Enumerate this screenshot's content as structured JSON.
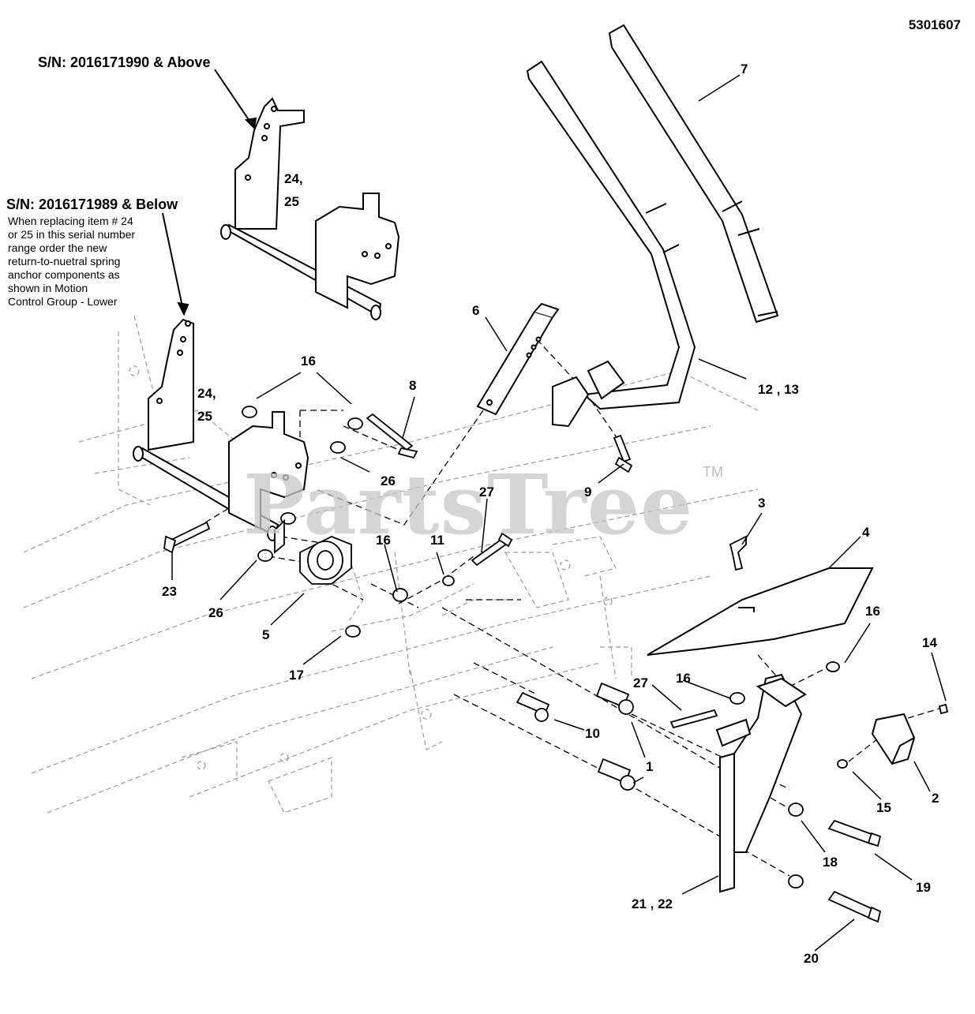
{
  "figure_number": "5301607",
  "serial_notes": {
    "above": "S/N: 2016171990 & Above",
    "below": "S/N: 2016171989 & Below",
    "note_lines": [
      "When replacing item # 24",
      "or 25 in this serial number",
      "range order the new",
      "return-to-nuetral spring",
      "anchor components as",
      "shown in Motion",
      "Control Group - Lower"
    ]
  },
  "watermark": "PartsTree",
  "trademark": "TM",
  "callouts": [
    "7",
    "24,",
    "25",
    "24,",
    "25",
    "6",
    "16",
    "8",
    "12 , 13",
    "26",
    "9",
    "3",
    "27",
    "4",
    "23",
    "16",
    "11",
    "26",
    "5",
    "16",
    "17",
    "16",
    "27",
    "14",
    "10",
    "1",
    "1",
    "15",
    "2",
    "18",
    "19",
    "21 , 22",
    "20"
  ]
}
